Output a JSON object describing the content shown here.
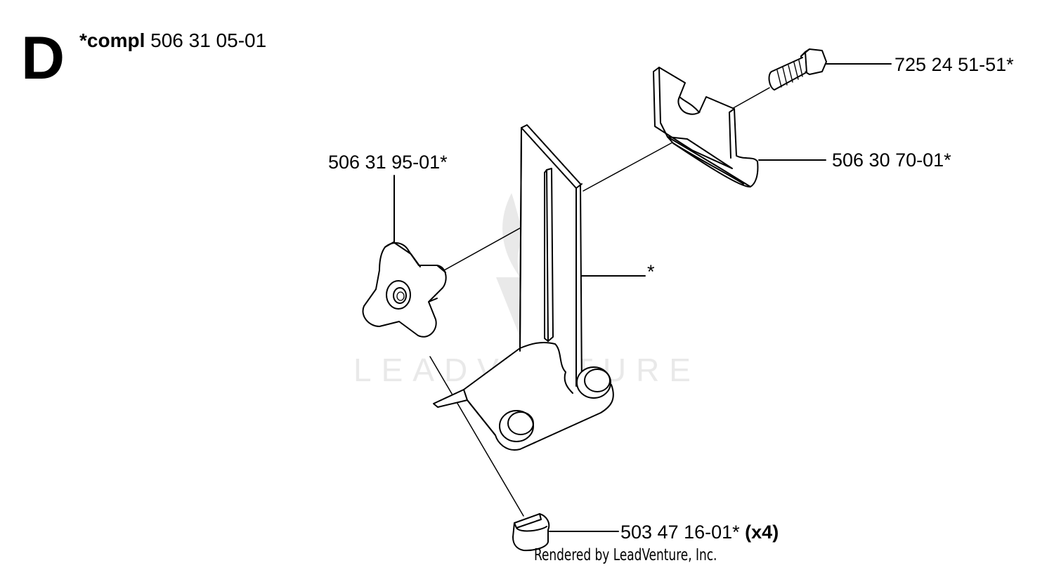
{
  "section": {
    "letter": "D"
  },
  "heading": {
    "prefix": "*compl",
    "part_number": "506 31 05-01"
  },
  "callouts": [
    {
      "id": "bolt",
      "text": "725 24 51-51*"
    },
    {
      "id": "clip",
      "text": "506 30 70-01*"
    },
    {
      "id": "knob",
      "text": "506 31 95-01*"
    },
    {
      "id": "bracket",
      "text": "*"
    },
    {
      "id": "foot",
      "text": "503 47 16-01*",
      "qty": "(x4)"
    }
  ],
  "watermark": {
    "text": "LEADVENTURE"
  },
  "footer": {
    "text": "Rendered by LeadVenture, Inc."
  },
  "colors": {
    "ink": "#000000",
    "watermark": "#e6e6e6"
  }
}
